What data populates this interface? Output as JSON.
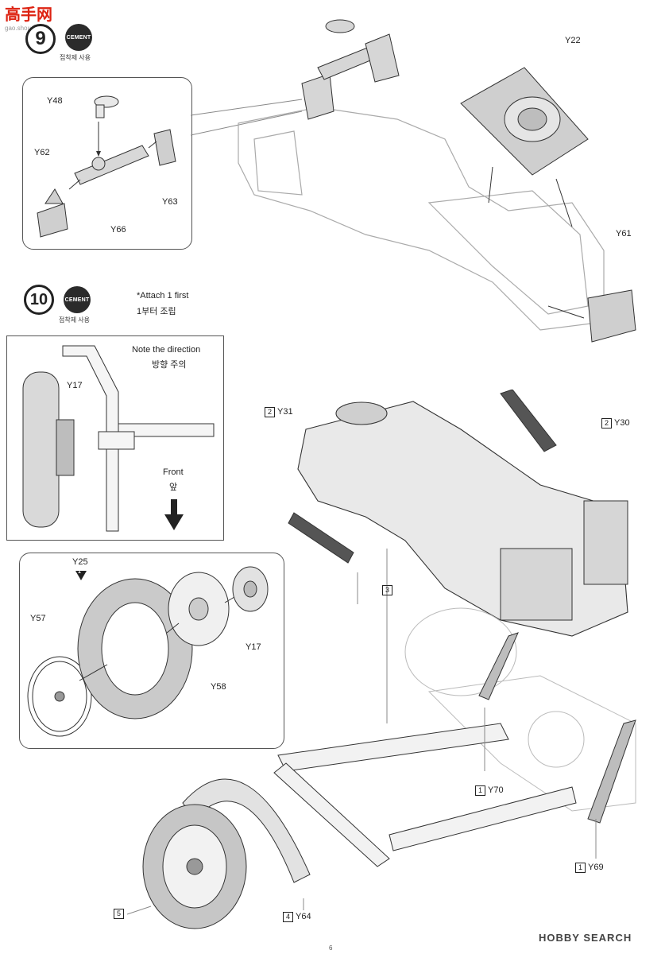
{
  "watermark": {
    "text": "高手网",
    "sub": "gao.shou.com"
  },
  "step9": {
    "number": "9",
    "cement_label": "CEMENT",
    "cement_note": "접착제 사용",
    "parts": {
      "y48": "Y48",
      "y62": "Y62",
      "y63": "Y63",
      "y66": "Y66",
      "y22": "Y22",
      "y61": "Y61"
    }
  },
  "step10": {
    "number": "10",
    "cement_label": "CEMENT",
    "cement_note": "접착제 사용",
    "attach_first_en": "*Attach 1 first",
    "attach_first_ko": "1부터 조립",
    "direction_note_en": "Note the direction",
    "direction_note_ko": "방향 주의",
    "front_en": "Front",
    "front_ko": "앞",
    "y17_detail": "Y17",
    "wheel_parts": {
      "y25": "Y25",
      "y25_marker": "1",
      "y57": "Y57",
      "y58": "Y58",
      "y17": "Y17"
    },
    "callouts": {
      "y31": "Y31",
      "y31_num": "2",
      "y30": "Y30",
      "y30_num": "2",
      "step3": "3",
      "y70": "Y70",
      "y70_num": "1",
      "y69": "Y69",
      "y69_num": "1",
      "step5": "5",
      "y64": "Y64",
      "y64_num": "4"
    }
  },
  "footer": {
    "page": "6",
    "logo": "HOBBY SEARCH"
  }
}
